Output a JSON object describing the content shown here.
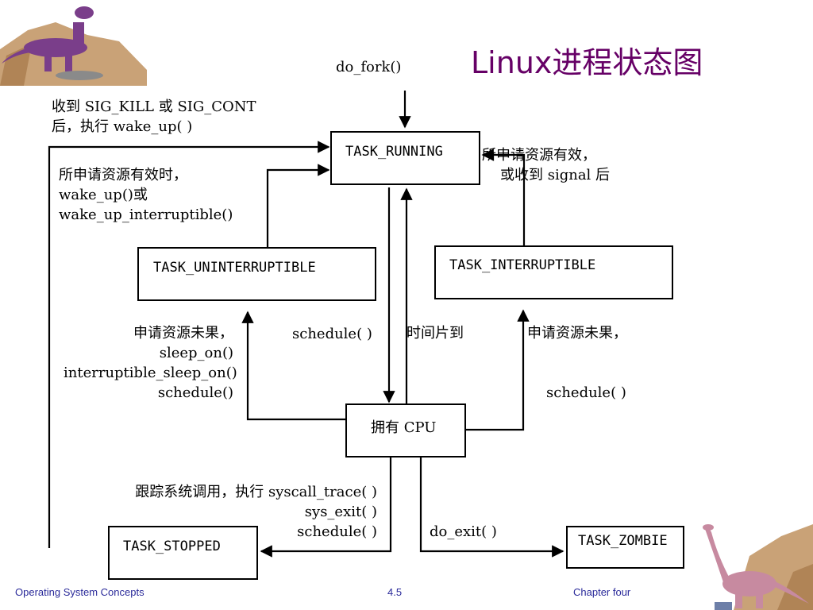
{
  "title": "Linux进程状态图",
  "states": {
    "running": "TASK_RUNNING",
    "uninterruptible": "TASK_UNINTERRUPTIBLE",
    "interruptible": "TASK_INTERRUPTIBLE",
    "cpu": "拥有 CPU",
    "stopped": "TASK_STOPPED",
    "zombie": "TASK_ZOMBIE"
  },
  "labels": {
    "do_fork": "do_fork()",
    "sigkill_1": "收到 SIG_KILL 或 SIG_CONT",
    "sigkill_2": "后，执行 wake_up( )",
    "wake_1": "所申请资源有效时，",
    "wake_2": "wake_up()或",
    "wake_3": "wake_up_interruptible()",
    "right_1": "所申请资源有效，",
    "right_2": "或收到 signal 后",
    "sleep_1": "申请资源未果，",
    "sleep_2": "sleep_on()",
    "sleep_3": "interruptible_sleep_on()",
    "sleep_4": "schedule()",
    "schedule_mid": "schedule( )",
    "timeslice": "时间片到",
    "int_1": "申请资源未果，",
    "int_2": "schedule( )",
    "trace_1": "跟踪系统调用，执行 syscall_trace( )",
    "trace_2": "sys_exit( )",
    "trace_3": "schedule( )",
    "do_exit": "do_exit( )"
  },
  "footer": {
    "left": "Operating System Concepts",
    "center": "4.5",
    "right": "Chapter four"
  },
  "colors": {
    "title": "#660066",
    "footer": "#2a2a9a",
    "dino_purple": "#7a3e8a",
    "dino_pink": "#c78aa0",
    "rock": "#c9a277"
  }
}
